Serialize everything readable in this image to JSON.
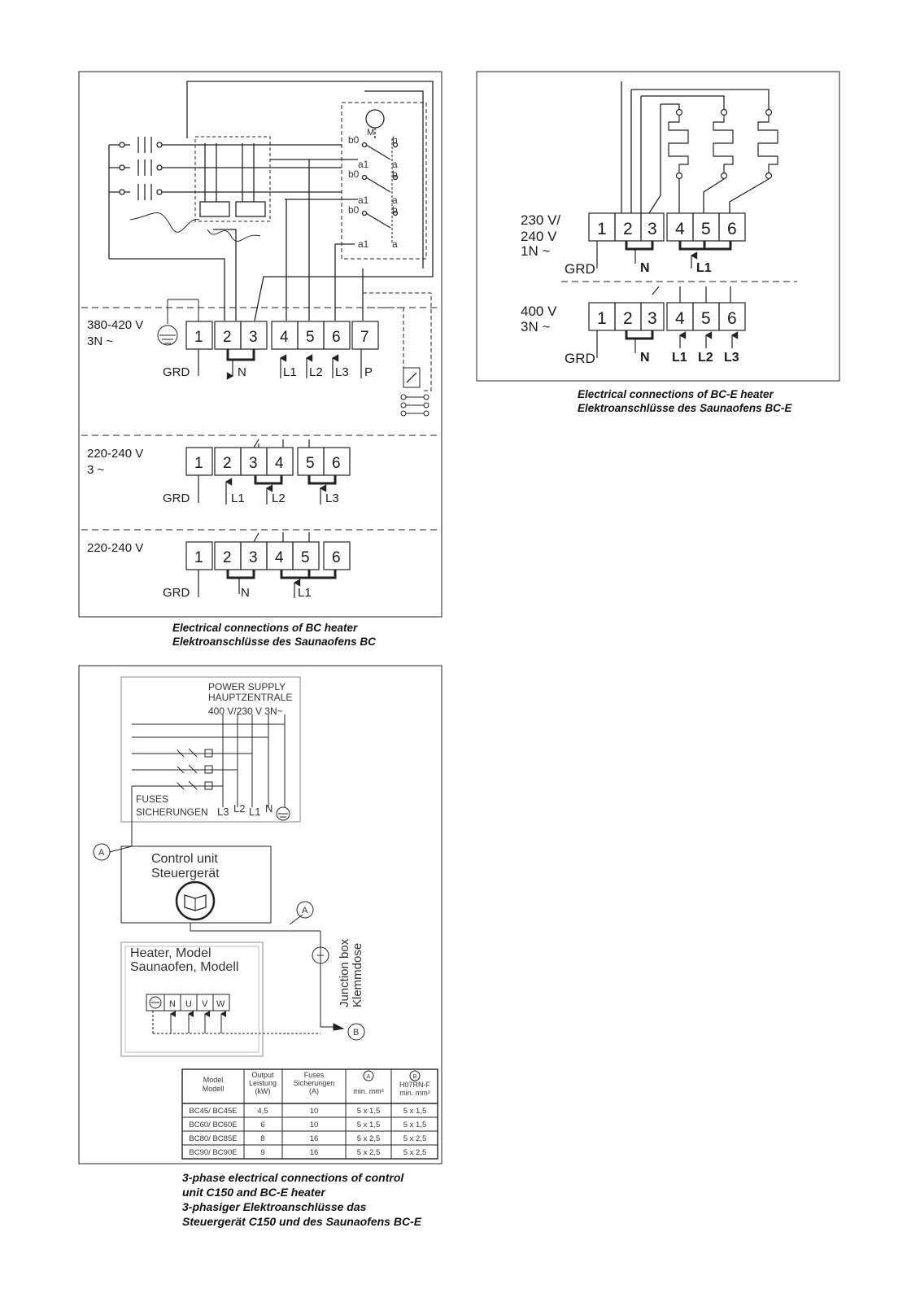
{
  "diagram_bc": {
    "voltages": {
      "v380": "380-420 V",
      "v380_phase": "3N ~",
      "v220_3": "220-240 V",
      "v220_3_phase": "3 ~",
      "v220_1": "220-240 V"
    },
    "terminals7": [
      "1",
      "2",
      "3",
      "4",
      "5",
      "6",
      "7"
    ],
    "terminals6": [
      "1",
      "2",
      "3",
      "4",
      "5",
      "6"
    ],
    "labels": {
      "grd": "GRD",
      "n": "N",
      "l1": "L1",
      "l2": "L2",
      "l3": "L3",
      "p": "P",
      "motor": "M"
    },
    "switch_contacts": [
      "b0",
      "b",
      "a1",
      "a",
      "b0",
      "b",
      "a1",
      "a",
      "b0",
      "b",
      "a1",
      "a"
    ],
    "caption": [
      "Electrical connections of BC heater",
      "Elektroanschlüsse des Saunaofens BC"
    ]
  },
  "diagram_bce": {
    "v230": [
      "230 V/",
      "240 V",
      "1N ~"
    ],
    "v400": [
      "400 V",
      "3N ~"
    ],
    "terminals": [
      "1",
      "2",
      "3",
      "4",
      "5",
      "6"
    ],
    "labels": {
      "grd": "GRD",
      "n": "N",
      "l1": "L1",
      "l2": "L2",
      "l3": "L3"
    },
    "caption": [
      "Electrical connections of BC-E heater",
      "Elektroanschlüsse des Saunaofens BC-E"
    ]
  },
  "diagram_c150": {
    "power_supply": [
      "POWER SUPPLY",
      "HAUPTZENTRALE",
      "400 V/230 V 3N~"
    ],
    "fuses": [
      "FUSES",
      "SICHERUNGEN"
    ],
    "phase_labels": [
      "L3",
      "L2",
      "L1",
      "N"
    ],
    "marker_a": "A",
    "marker_b": "B",
    "control_unit": [
      "Control unit",
      "Steuergerät"
    ],
    "junction_box": [
      "Junction box",
      "Klemmdose"
    ],
    "heater": [
      "Heater, Model",
      "Saunaofen, Modell"
    ],
    "heater_terminals": [
      "N",
      "U",
      "V",
      "W"
    ],
    "table": {
      "headers": [
        [
          "Model",
          "Modell"
        ],
        [
          "Output",
          "Leistung",
          "(kW)"
        ],
        [
          "Fuses",
          "Sicherungen",
          "(A)"
        ],
        [
          "A",
          "min. mm²"
        ],
        [
          "B",
          "H07RN-F",
          "min. mm²"
        ]
      ],
      "rows": [
        [
          "BC45/ BC45E",
          "4,5",
          "10",
          "5 x 1,5",
          "5 x 1,5"
        ],
        [
          "BC60/ BC60E",
          "6",
          "10",
          "5 x 1,5",
          "5 x 1,5"
        ],
        [
          "BC80/ BC85E",
          "8",
          "16",
          "5 x 2,5",
          "5 x 2,5"
        ],
        [
          "BC90/ BC90E",
          "9",
          "16",
          "5 x 2,5",
          "5 x 2,5"
        ]
      ]
    },
    "caption": [
      "3-phase electrical connections of control",
      "unit C150 and BC-E heater",
      "3-phasiger Elektroanschlüsse das",
      "Steuergerät C150 und des Saunaofens BC-E"
    ]
  }
}
